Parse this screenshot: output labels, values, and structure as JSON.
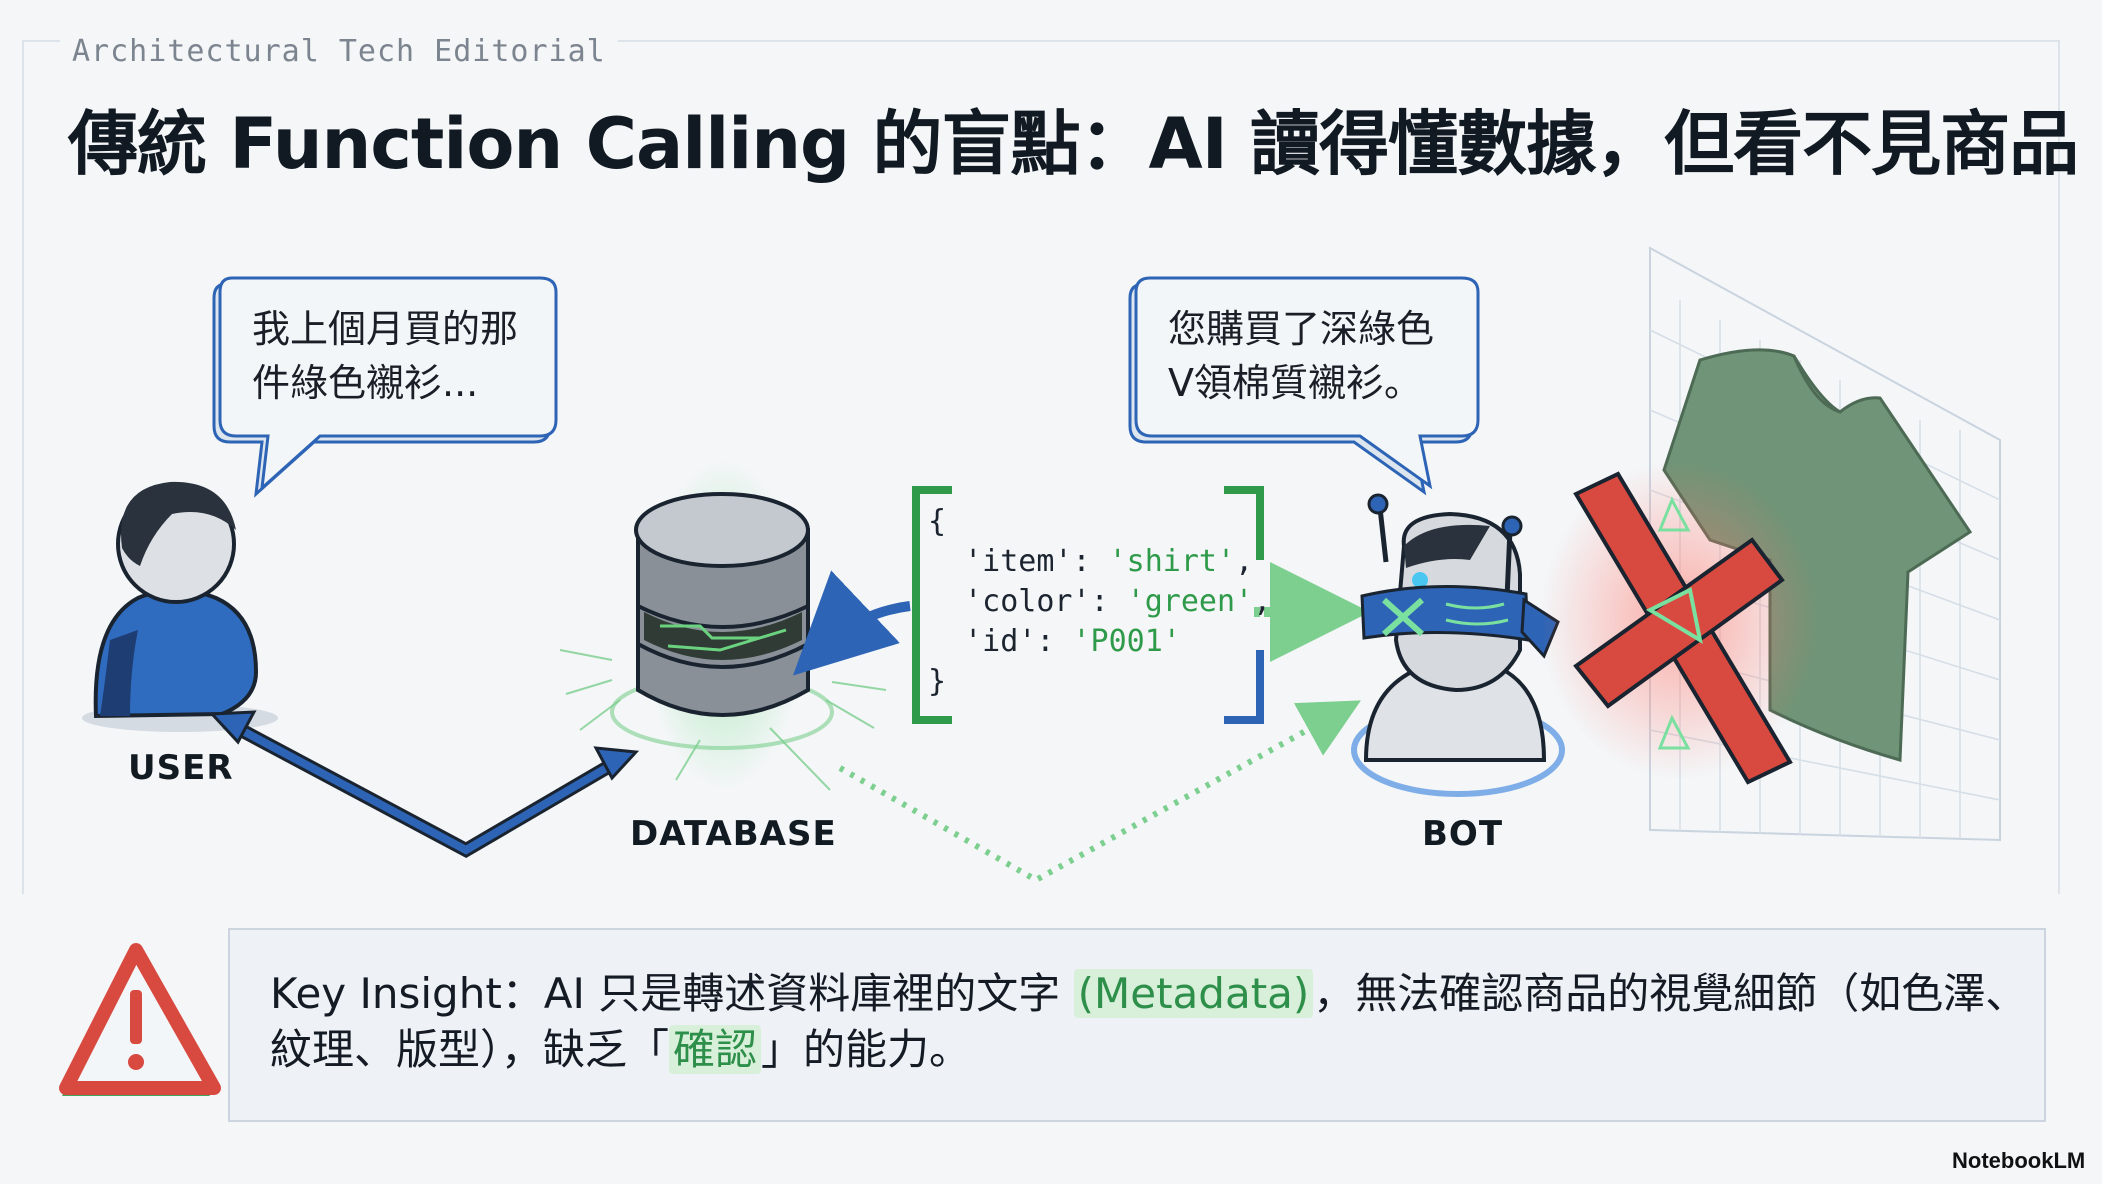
{
  "header": {
    "kicker": "Architectural Tech Editorial",
    "title": "傳統 Function Calling 的盲點：AI 讀得懂數據，但看不見商品"
  },
  "user_bubble": {
    "line1": "我上個月買的那",
    "line2": "件綠色襯衫..."
  },
  "bot_bubble": {
    "line1": "您購買了深綠色",
    "line2": "V領棉質襯衫。"
  },
  "code_block": {
    "open": "{",
    "rows": [
      {
        "key": "'item'",
        "value": "'shirt'"
      },
      {
        "key": "'color'",
        "value": "'green'"
      },
      {
        "key": "'id'",
        "value": "'P001'"
      }
    ],
    "close": "}"
  },
  "labels": {
    "user": "USER",
    "database": "DATABASE",
    "bot": "BOT"
  },
  "insight": {
    "prefix": "Key Insight：AI 只是轉述資料庫裡的文字 ",
    "metadata": "(Metadata)",
    "middle": "，無法確認商品的視覺細節（如色澤、紋理、版型），缺乏「",
    "confirm": "確認",
    "suffix": "」的能力。"
  },
  "brand": "NotebookLM",
  "colors": {
    "accent_blue": "#2d64b5",
    "accent_green": "#3fae5a",
    "alert_red": "#d84a3f",
    "shirt_green": "#6f9477",
    "title_text": "#111922"
  },
  "icons": [
    "user-icon",
    "database-icon",
    "bot-icon",
    "blindfold-icon",
    "red-x-icon",
    "warning-icon",
    "shirt-icon"
  ]
}
